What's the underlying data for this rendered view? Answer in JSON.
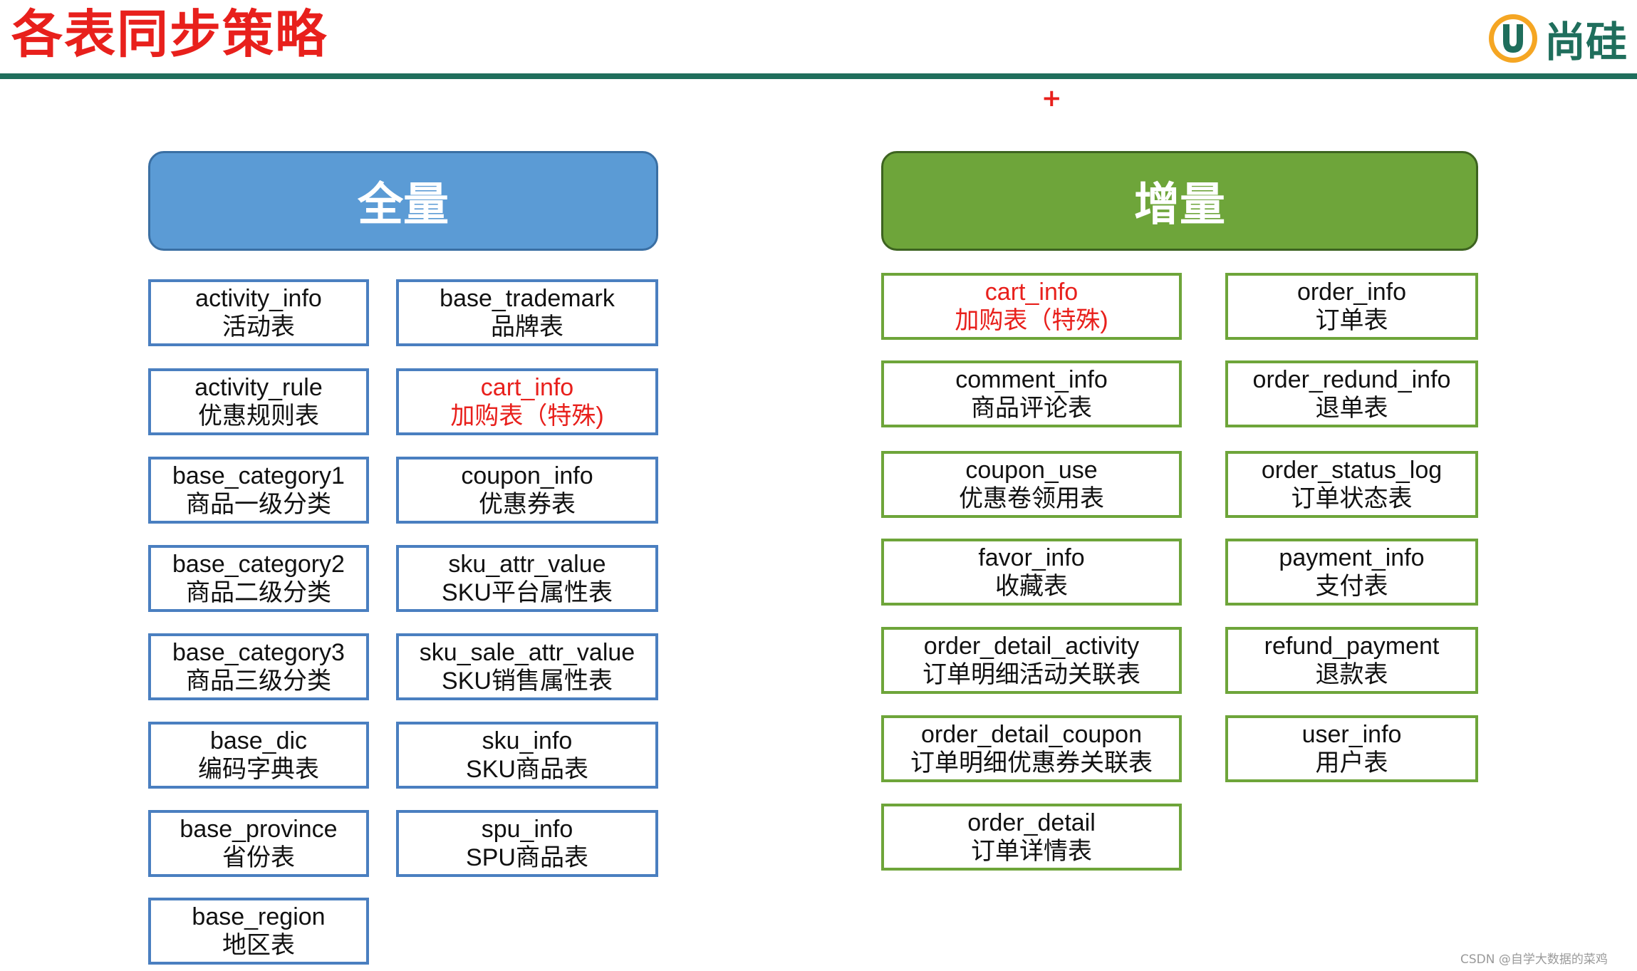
{
  "title": "各表同步策略",
  "logo": {
    "icon": "brand-u-icon",
    "text": "尚硅"
  },
  "plus_mark": "+",
  "colors": {
    "title": "#e8201c",
    "full_header": "#5b9bd5",
    "inc_header": "#6ea53a",
    "rule": "#1f6e5c",
    "special_text": "#e8201c"
  },
  "full": {
    "header": "全量",
    "tables": [
      {
        "name": "activity_info",
        "desc": "活动表"
      },
      {
        "name": "base_trademark",
        "desc": "品牌表"
      },
      {
        "name": "activity_rule",
        "desc": "优惠规则表"
      },
      {
        "name": "cart_info",
        "desc": "加购表（特殊)",
        "special": true
      },
      {
        "name": "base_category1",
        "desc": "商品一级分类"
      },
      {
        "name": "coupon_info",
        "desc": "优惠券表"
      },
      {
        "name": "base_category2",
        "desc": "商品二级分类"
      },
      {
        "name": "sku_attr_value",
        "desc": "SKU平台属性表"
      },
      {
        "name": "base_category3",
        "desc": "商品三级分类"
      },
      {
        "name": "sku_sale_attr_value",
        "desc": "SKU销售属性表"
      },
      {
        "name": "base_dic",
        "desc": "编码字典表"
      },
      {
        "name": "sku_info",
        "desc": "SKU商品表"
      },
      {
        "name": "base_province",
        "desc": "省份表"
      },
      {
        "name": "spu_info",
        "desc": "SPU商品表"
      },
      {
        "name": "base_region",
        "desc": "地区表"
      }
    ]
  },
  "incremental": {
    "header": "增量",
    "tables": [
      {
        "name": "cart_info",
        "desc": "加购表（特殊)",
        "special": true
      },
      {
        "name": "order_info",
        "desc": "订单表"
      },
      {
        "name": "comment_info",
        "desc": "商品评论表"
      },
      {
        "name": "order_redund_info",
        "desc": "退单表"
      },
      {
        "name": "coupon_use",
        "desc": "优惠卷领用表"
      },
      {
        "name": "order_status_log",
        "desc": "订单状态表"
      },
      {
        "name": "favor_info",
        "desc": "收藏表"
      },
      {
        "name": "payment_info",
        "desc": "支付表"
      },
      {
        "name": "order_detail_activity",
        "desc": "订单明细活动关联表"
      },
      {
        "name": "refund_payment",
        "desc": "退款表"
      },
      {
        "name": "order_detail_coupon",
        "desc": "订单明细优惠券关联表"
      },
      {
        "name": "user_info",
        "desc": "用户表"
      },
      {
        "name": "order_detail",
        "desc": "订单详情表"
      }
    ]
  },
  "watermark": "CSDN @自学大数据的菜鸡"
}
